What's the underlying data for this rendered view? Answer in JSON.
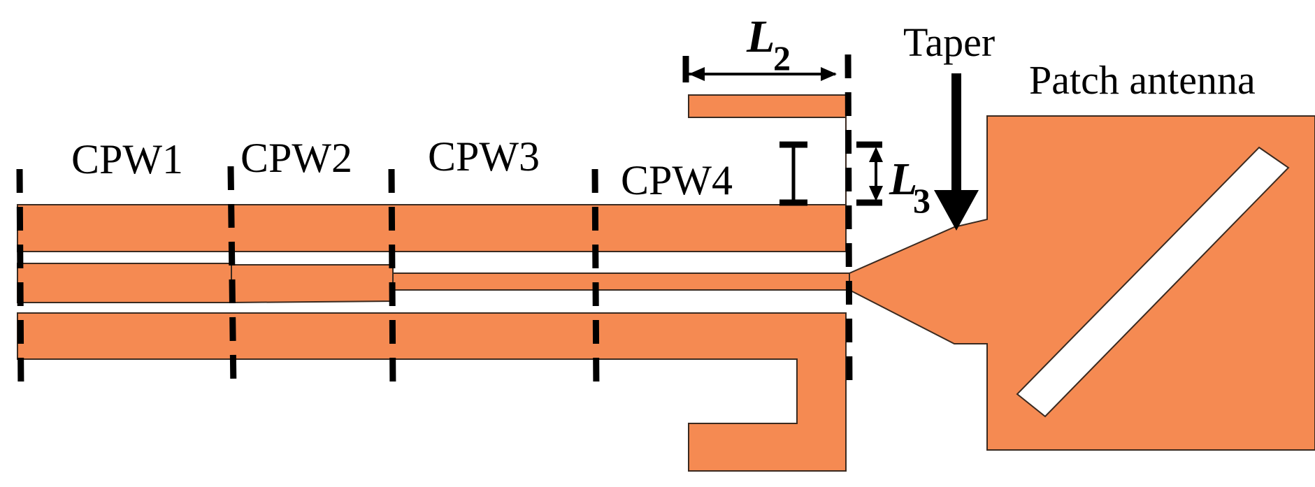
{
  "colors": {
    "metal": "#F58A52",
    "metal_edge": "#3a2a20",
    "marker": "#000000",
    "background": "#FFFFFF"
  },
  "labels": {
    "cpw1": "CPW1",
    "cpw2": "CPW2",
    "cpw3": "CPW3",
    "cpw4": "CPW4",
    "taper": "Taper",
    "patch": "Patch antenna",
    "l2_main": "L",
    "l2_sub": "2",
    "l3_main": "L",
    "l3_sub": "3"
  }
}
